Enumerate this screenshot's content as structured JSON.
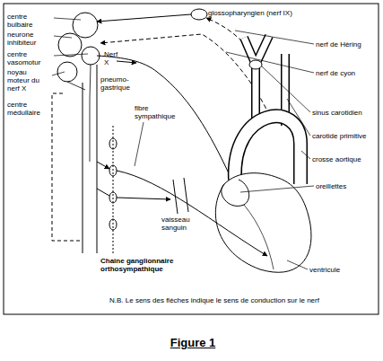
{
  "diagram": {
    "caption": "Figure 1",
    "labels": [
      "glossopharyngien (nerf IX)",
      "centre bulbaire",
      "neurone inhibiteur",
      "centre vasomotur",
      "noyau moteur du nerf X",
      "Nerf X",
      "pneumo-gastrique",
      "nerf de Hèring",
      "nerf de cyon",
      "sinus carotidien",
      "carotide primitive",
      "crosse aortique",
      "centre médullaire",
      "fibre sympathique",
      "oreillettes",
      "vaisseau sanguin",
      "ventricule",
      "Chaine ganglionnaire orthosympathique",
      "N.B. Le sens des flèches indique le sens de conduction sur le nerf"
    ]
  }
}
